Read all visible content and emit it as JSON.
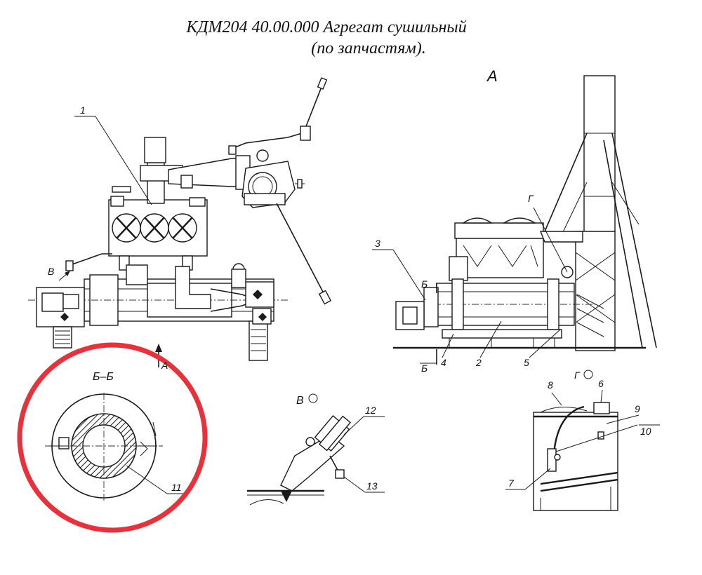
{
  "title": {
    "line1": "КДМ204 40.00.000 Агрегат сушильный",
    "line2": "(по запчастям)."
  },
  "views": {
    "view_a": "А",
    "arrow_a": "А",
    "view_v": "В",
    "section_b": "Б",
    "section_bb": "Б–Б",
    "view_g": "Г",
    "detail_v": "В",
    "detail_g": "Г"
  },
  "callouts": {
    "c1": "1",
    "c2": "2",
    "c3": "3",
    "c4": "4",
    "c5": "5",
    "c6": "6",
    "c7": "7",
    "c8": "8",
    "c9": "9",
    "c10": "10",
    "c11": "11",
    "c12": "12",
    "c13": "13"
  },
  "highlight_color": "#e8313a"
}
